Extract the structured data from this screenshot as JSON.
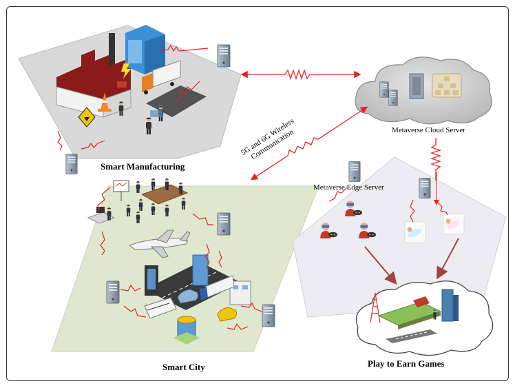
{
  "labels": {
    "smart_manufacturing": "Smart Manufacturing",
    "smart_city": "Smart City",
    "play_to_earn": "Play to Earn Games",
    "cloud_server": "Metaverse Cloud Server",
    "edge_server": "Metaverse Edge Server",
    "wireless_line1": "5G and 6G Wireless",
    "wireless_line2": "Communication"
  },
  "colors": {
    "manufacturing_zone": "#d9d9d9",
    "city_zone": "#dfe8cf",
    "edge_zone": "#ececf2",
    "cloud": "#c9c9c9",
    "link": "#e8231e",
    "arrow_down": "#a0443c",
    "server": "#8a98a8",
    "frame": "#333333"
  }
}
